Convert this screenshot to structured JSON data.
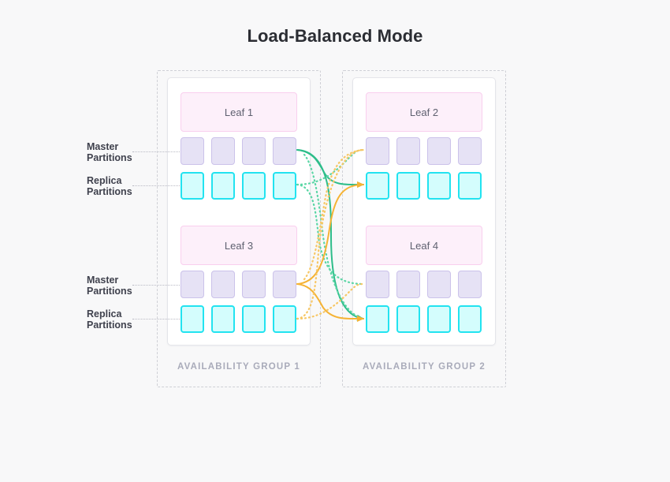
{
  "title": "Load-Balanced Mode",
  "colors": {
    "background": "#f8f8f9",
    "title_text": "#2b2d33",
    "master_fill": "#e6e2f5",
    "master_border": "#cbc2ea",
    "replica_fill": "#d4fdfd",
    "replica_border": "#22e3f0",
    "leaf_fill": "#fdf0fa",
    "leaf_border": "#f9cfee",
    "panel_fill": "#ffffff",
    "panel_border": "#e4e5ea",
    "group_border": "#cfd0d6",
    "group_caption": "#a9abba",
    "link_green": "#2ebd8a",
    "link_green_dotted": "#5ad6a5",
    "link_orange": "#f5b335",
    "link_orange_dotted": "#f7c765",
    "side_label": "#3f414d"
  },
  "groups": [
    {
      "caption": "AVAILABILITY GROUP 1",
      "leaves": [
        {
          "name": "Leaf 1",
          "master_count": 4,
          "replica_count": 4
        },
        {
          "name": "Leaf 3",
          "master_count": 4,
          "replica_count": 4
        }
      ]
    },
    {
      "caption": "AVAILABILITY GROUP 2",
      "leaves": [
        {
          "name": "Leaf 2",
          "master_count": 4,
          "replica_count": 4
        },
        {
          "name": "Leaf 4",
          "master_count": 4,
          "replica_count": 4
        }
      ]
    }
  ],
  "side_labels": {
    "master": "Master\nPartitions",
    "master_line1": "Master",
    "master_line2": "Partitions",
    "replica": "Replica\nPartitions",
    "replica_line1": "Replica",
    "replica_line2": "Partitions"
  },
  "links": [
    {
      "name": "leaf1-master-to-leaf4-replica",
      "style": "solid",
      "color": "link_green",
      "from": "leaf1.master.4",
      "to": "leaf4.replica.1",
      "arrow": true
    },
    {
      "name": "leaf1-replica-to-leaf2-master",
      "style": "dotted",
      "color": "link_green_dotted",
      "from": "leaf1.replica.4",
      "to": "leaf2.master.1",
      "arrow": false
    },
    {
      "name": "leaf3-master-to-leaf2-replica",
      "style": "solid",
      "color": "link_orange",
      "from": "leaf3.master.4",
      "to": "leaf2.replica.1",
      "arrow": true
    },
    {
      "name": "leaf3-replica-to-leaf4-master",
      "style": "dotted",
      "color": "link_orange_dotted",
      "from": "leaf3.replica.4",
      "to": "leaf4.master.1",
      "arrow": false
    },
    {
      "name": "leaf1-master-to-leaf2-replica-cross",
      "style": "solid",
      "color": "link_green",
      "from": "leaf1.master.4",
      "to": "leaf2.replica.1",
      "arrow": true
    },
    {
      "name": "leaf3-master-to-leaf4-replica-cross",
      "style": "solid",
      "color": "link_orange",
      "from": "leaf3.master.4",
      "to": "leaf4.replica.1",
      "arrow": true
    }
  ]
}
